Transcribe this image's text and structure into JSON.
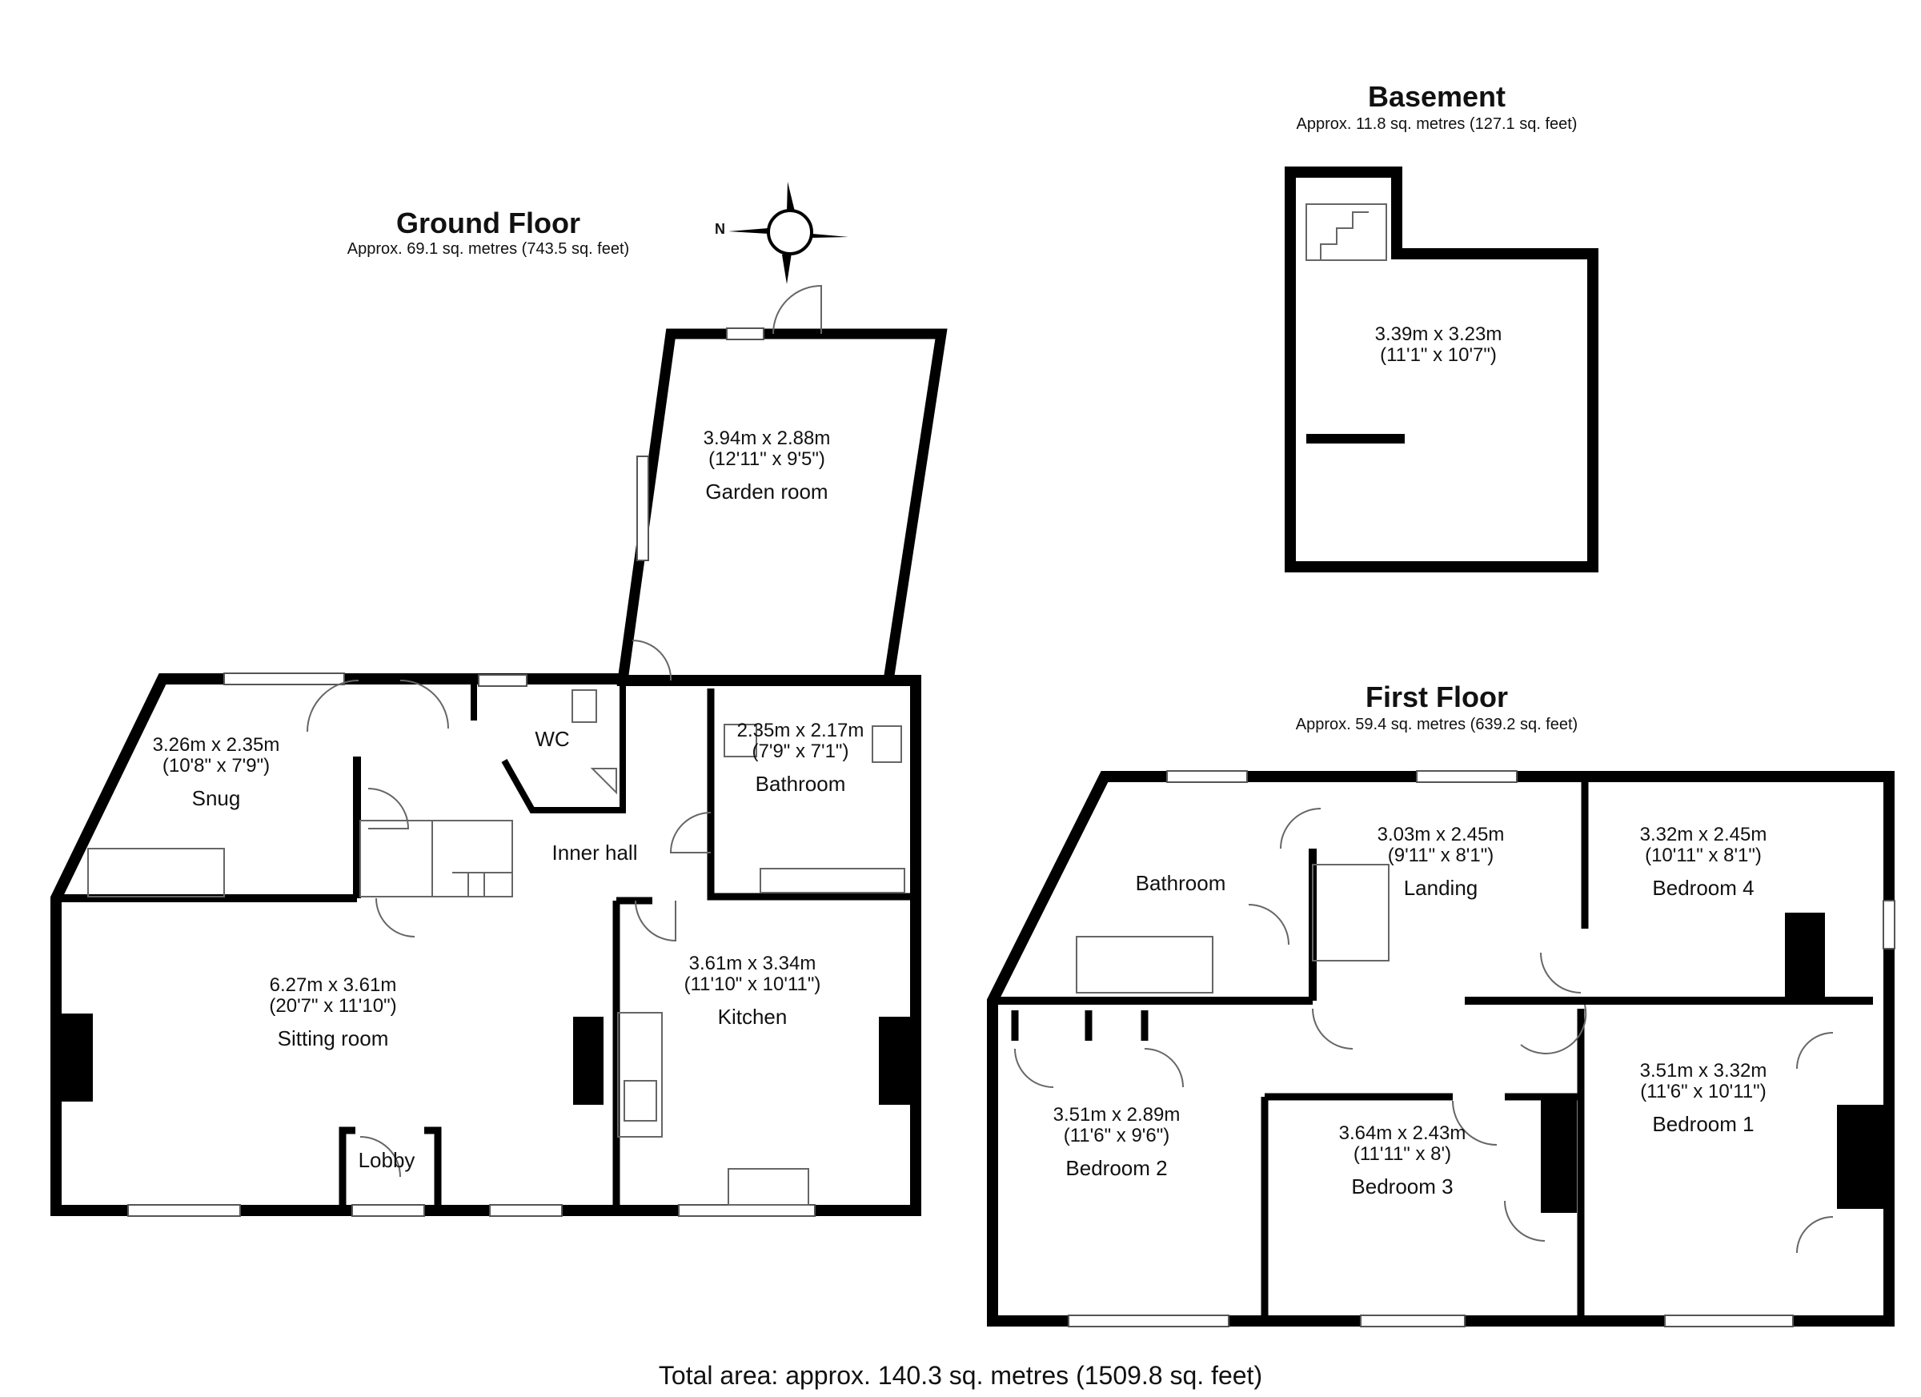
{
  "colors": {
    "wall": "#000000",
    "fixture": "#666666",
    "background": "#ffffff",
    "text": "#111111"
  },
  "compass": {
    "label": "N",
    "icon": "compass-rose-icon"
  },
  "floors": [
    {
      "id": "ground",
      "title": "Ground Floor",
      "area": "Approx. 69.1 sq. metres (743.5 sq. feet)",
      "rooms": [
        {
          "name": "Snug",
          "metric": "3.26m x 2.35m",
          "imperial": "(10'8\" x 7'9\")"
        },
        {
          "name": "WC",
          "metric": "",
          "imperial": ""
        },
        {
          "name": "Garden room",
          "metric": "3.94m x 2.88m",
          "imperial": "(12'11\" x 9'5\")"
        },
        {
          "name": "Bathroom",
          "metric": "2.35m x 2.17m",
          "imperial": "(7'9\" x 7'1\")"
        },
        {
          "name": "Inner hall",
          "metric": "",
          "imperial": ""
        },
        {
          "name": "Sitting room",
          "metric": "6.27m x 3.61m",
          "imperial": "(20'7\" x 11'10\")"
        },
        {
          "name": "Kitchen",
          "metric": "3.61m x 3.34m",
          "imperial": "(11'10\" x 10'11\")"
        },
        {
          "name": "Lobby",
          "metric": "",
          "imperial": ""
        }
      ]
    },
    {
      "id": "basement",
      "title": "Basement",
      "area": "Approx. 11.8 sq. metres (127.1 sq. feet)",
      "rooms": [
        {
          "name": "",
          "metric": "3.39m x 3.23m",
          "imperial": "(11'1\" x 10'7\")"
        }
      ]
    },
    {
      "id": "first",
      "title": "First Floor",
      "area": "Approx. 59.4 sq. metres (639.2 sq. feet)",
      "rooms": [
        {
          "name": "Bathroom",
          "metric": "",
          "imperial": ""
        },
        {
          "name": "Landing",
          "metric": "3.03m x 2.45m",
          "imperial": "(9'11\" x 8'1\")"
        },
        {
          "name": "Bedroom 4",
          "metric": "3.32m x 2.45m",
          "imperial": "(10'11\" x 8'1\")"
        },
        {
          "name": "Bedroom 2",
          "metric": "3.51m x 2.89m",
          "imperial": "(11'6\" x 9'6\")"
        },
        {
          "name": "Bedroom 3",
          "metric": "3.64m x 2.43m",
          "imperial": "(11'11\" x 8')"
        },
        {
          "name": "Bedroom 1",
          "metric": "3.51m x 3.32m",
          "imperial": "(11'6\" x 10'11\")"
        }
      ]
    }
  ],
  "total_area": "Total area: approx. 140.3 sq. metres (1509.8 sq. feet)"
}
